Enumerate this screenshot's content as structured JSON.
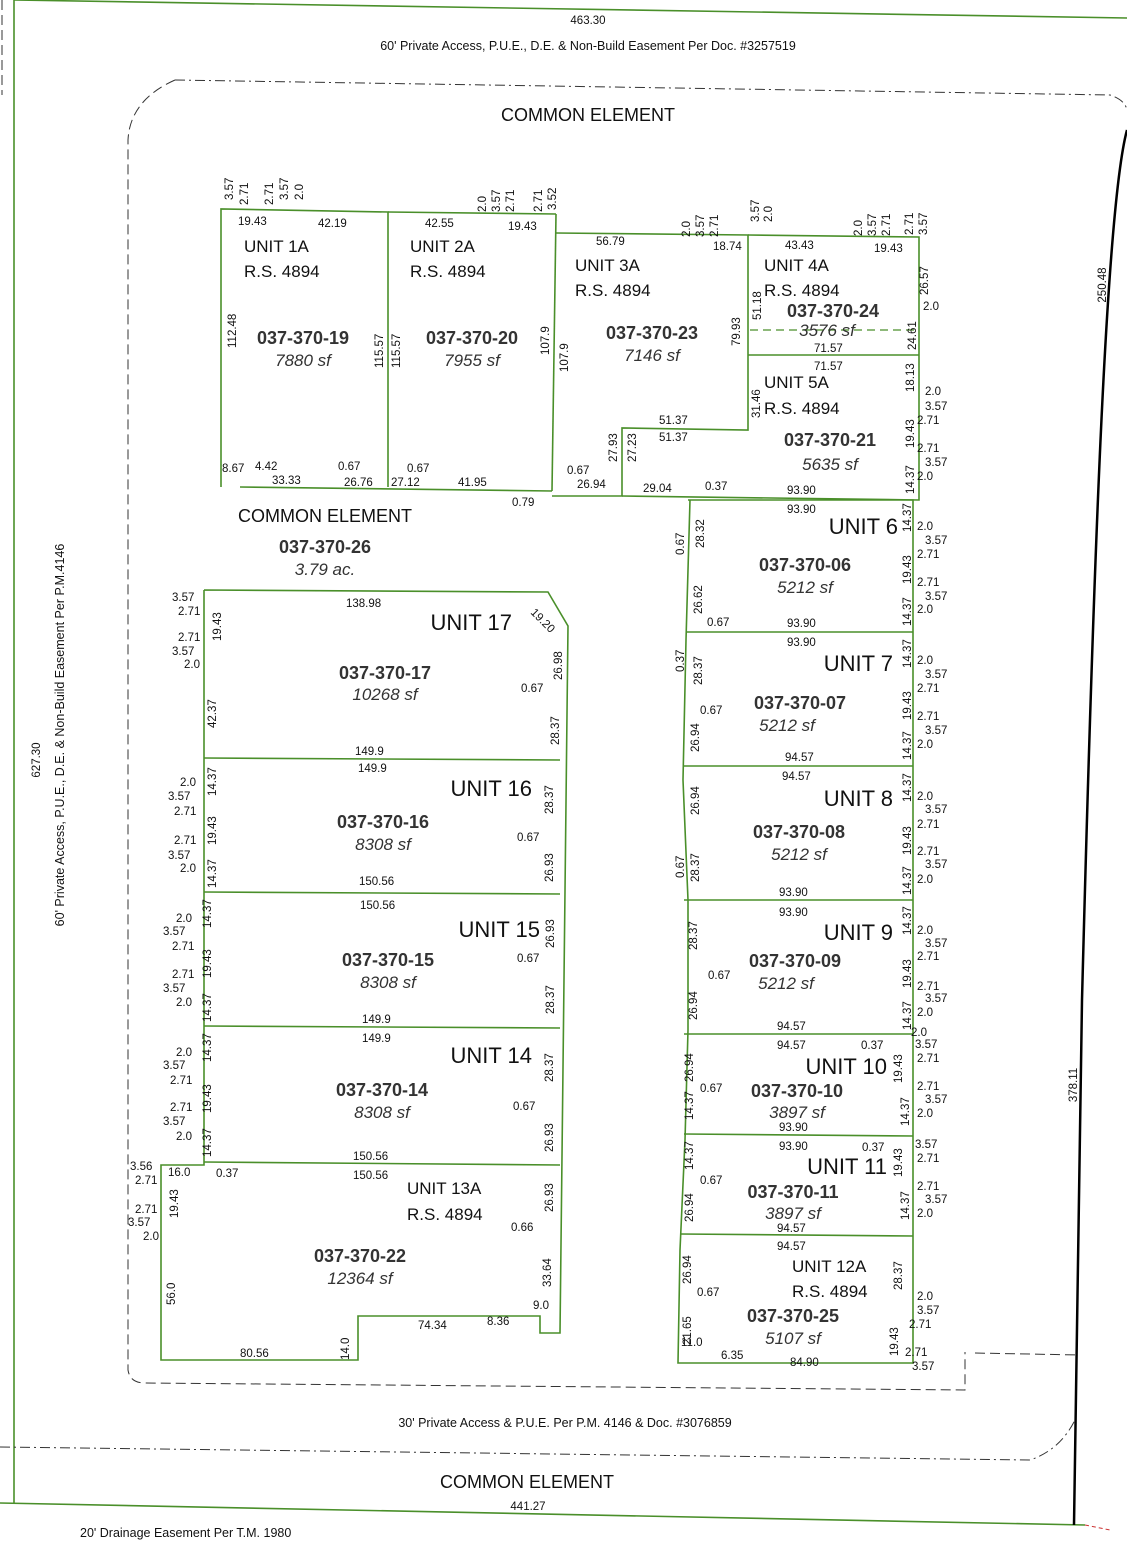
{
  "colors": {
    "lot_line": "#4a8f2a",
    "text": "#111111",
    "bold_text": "#333333"
  },
  "easements": {
    "top": "60' Private Access, P.U.E., D.E. & Non-Build Easement Per Doc. #3257519",
    "left": "60' Private Access, P.U.E., D.E. & Non-Build Easement Per P.M.4146",
    "bottom": "30' Private Access & P.U.E. Per P.M. 4146 & Doc. #3076859",
    "drainage": "20' Drainage Easement Per T.M. 1980"
  },
  "boundary": {
    "top": "463.30",
    "left": "627.30",
    "bottom": "441.27",
    "right_upper": "250.48",
    "right_lower": "378.11"
  },
  "common_element": {
    "top_label": "COMMON ELEMENT",
    "mid_label": "COMMON ELEMENT",
    "mid_apn": "037-370-26",
    "mid_area": "3.79 ac.",
    "bottom_label": "COMMON ELEMENT"
  },
  "units": [
    {
      "name": "UNIT 1A",
      "rs": "R.S. 4894",
      "apn": "037-370-19",
      "area": "7880 sf"
    },
    {
      "name": "UNIT 2A",
      "rs": "R.S. 4894",
      "apn": "037-370-20",
      "area": "7955 sf"
    },
    {
      "name": "UNIT 3A",
      "rs": "R.S. 4894",
      "apn": "037-370-23",
      "area": "7146 sf"
    },
    {
      "name": "UNIT 4A",
      "rs": "R.S. 4894",
      "apn": "037-370-24",
      "area": "3576 sf"
    },
    {
      "name": "UNIT 5A",
      "rs": "R.S. 4894",
      "apn": "037-370-21",
      "area": "5635 sf"
    },
    {
      "name": "UNIT 6",
      "rs": "",
      "apn": "037-370-06",
      "area": "5212 sf"
    },
    {
      "name": "UNIT 7",
      "rs": "",
      "apn": "037-370-07",
      "area": "5212 sf"
    },
    {
      "name": "UNIT 8",
      "rs": "",
      "apn": "037-370-08",
      "area": "5212 sf"
    },
    {
      "name": "UNIT 9",
      "rs": "",
      "apn": "037-370-09",
      "area": "5212 sf"
    },
    {
      "name": "UNIT 10",
      "rs": "",
      "apn": "037-370-10",
      "area": "3897 sf"
    },
    {
      "name": "UNIT 11",
      "rs": "",
      "apn": "037-370-11",
      "area": "3897 sf"
    },
    {
      "name": "UNIT 12A",
      "rs": "R.S. 4894",
      "apn": "037-370-25",
      "area": "5107 sf"
    },
    {
      "name": "UNIT 13A",
      "rs": "R.S. 4894",
      "apn": "037-370-22",
      "area": "12364 sf"
    },
    {
      "name": "UNIT 14",
      "rs": "",
      "apn": "037-370-14",
      "area": "8308 sf"
    },
    {
      "name": "UNIT 15",
      "rs": "",
      "apn": "037-370-15",
      "area": "8308 sf"
    },
    {
      "name": "UNIT 16",
      "rs": "",
      "apn": "037-370-16",
      "area": "8308 sf"
    },
    {
      "name": "UNIT 17",
      "rs": "",
      "apn": "037-370-17",
      "area": "10268 sf"
    }
  ],
  "dims": {
    "u1": [
      "19.43",
      "42.19",
      "112.48",
      "115.57",
      "8.67",
      "4.42",
      "33.33",
      "0.67",
      "26.76",
      "3.57",
      "2.71",
      "2.71",
      "3.57",
      "2.0"
    ],
    "u2": [
      "42.55",
      "19.43",
      "115.57",
      "107.9",
      "0.67",
      "27.12",
      "41.95",
      "2.0",
      "3.57",
      "2.71",
      "2.71",
      "3.52"
    ],
    "u3": [
      "56.79",
      "18.74",
      "107.9",
      "79.93",
      "51.37",
      "51.37",
      "27.93",
      "27.23",
      "0.67",
      "26.94",
      "0.79",
      "2.0",
      "3.57",
      "2.71"
    ],
    "u4": [
      "43.43",
      "19.43",
      "51.18",
      "26.57",
      "24.61",
      "71.57",
      "3.57",
      "2.0",
      "2.0",
      "3.57",
      "2.71",
      "2.71",
      "3.57",
      "2.0"
    ],
    "u5": [
      "71.57",
      "31.46",
      "18.13",
      "19.43",
      "14.37",
      "29.04",
      "0.37",
      "93.90",
      "2.0",
      "3.57",
      "2.71",
      "2.71",
      "3.57",
      "2.0"
    ],
    "u6": [
      "93.90",
      "0.67",
      "28.32",
      "26.62",
      "0.67",
      "93.90",
      "14.37",
      "19.43",
      "14.37",
      "2.0",
      "3.57",
      "2.71",
      "2.71",
      "3.57",
      "2.0"
    ],
    "u7": [
      "93.90",
      "0.37",
      "28.37",
      "0.67",
      "26.94",
      "94.57",
      "14.37",
      "19.43",
      "14.37",
      "2.0",
      "3.57",
      "2.71",
      "2.71",
      "3.57",
      "2.0"
    ],
    "u8": [
      "94.57",
      "26.94",
      "0.67",
      "28.37",
      "93.90",
      "14.37",
      "19.43",
      "14.37",
      "2.0",
      "3.57",
      "2.71",
      "2.71",
      "3.57",
      "2.0"
    ],
    "u9": [
      "93.90",
      "28.37",
      "0.67",
      "26.94",
      "94.57",
      "14.37",
      "19.43",
      "14.37",
      "2.0",
      "3.57",
      "2.71",
      "2.71",
      "3.57",
      "2.0"
    ],
    "u10": [
      "94.57",
      "0.37",
      "26.94",
      "0.67",
      "14.37",
      "93.90",
      "19.43",
      "14.37",
      "3.57",
      "2.71",
      "2.71",
      "3.57",
      "2.0",
      "2.0"
    ],
    "u11": [
      "93.90",
      "0.37",
      "14.37",
      "0.67",
      "26.94",
      "94.57",
      "19.43",
      "14.37",
      "3.57",
      "2.71",
      "2.71",
      "3.57",
      "2.0"
    ],
    "u12": [
      "94.57",
      "26.94",
      "0.67",
      "21.65",
      "11.0",
      "6.35",
      "84.90",
      "28.37",
      "19.43",
      "2.0",
      "3.57",
      "2.71",
      "2.71",
      "3.57"
    ],
    "u13": [
      "150.56",
      "3.56",
      "16.0",
      "0.37",
      "2.71",
      "19.43",
      "2.71",
      "3.57",
      "2.0",
      "56.0",
      "80.56",
      "14.0",
      "74.34",
      "8.36",
      "9.0",
      "33.64",
      "0.66",
      "26.93"
    ],
    "u14": [
      "149.9",
      "150.56",
      "28.37",
      "0.67",
      "26.93",
      "14.37",
      "19.43",
      "14.37",
      "2.0",
      "3.57",
      "2.71",
      "2.71",
      "3.57",
      "2.0"
    ],
    "u15": [
      "150.56",
      "149.9",
      "26.93",
      "0.67",
      "28.37",
      "14.37",
      "19.43",
      "14.37",
      "2.0",
      "3.57",
      "2.71",
      "2.71",
      "3.57",
      "2.0"
    ],
    "u16": [
      "149.9",
      "150.56",
      "28.37",
      "0.67",
      "26.93",
      "14.37",
      "19.43",
      "14.37",
      "2.0",
      "3.57",
      "2.71",
      "2.71",
      "3.57",
      "2.0"
    ],
    "u17": [
      "138.98",
      "19.20",
      "26.98",
      "0.67",
      "28.37",
      "149.9",
      "19.43",
      "42.37",
      "3.57",
      "2.71",
      "2.71",
      "3.57",
      "2.0"
    ]
  }
}
